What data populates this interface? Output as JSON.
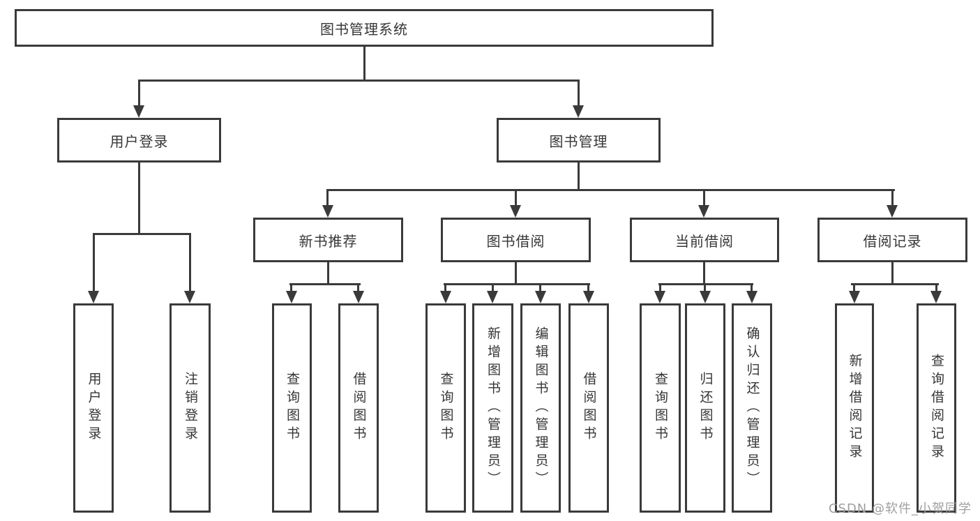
{
  "diagram": {
    "root_label": "图书管理系统",
    "branches": [
      {
        "label": "用户登录",
        "children": [
          {
            "label": "用户登录"
          },
          {
            "label": "注销登录"
          }
        ]
      },
      {
        "label": "图书管理",
        "children": [
          {
            "label": "新书推荐",
            "children": [
              {
                "label": "查询图书"
              },
              {
                "label": "借阅图书"
              }
            ]
          },
          {
            "label": "图书借阅",
            "children": [
              {
                "label": "查询图书"
              },
              {
                "label": "新增图书（管理员）"
              },
              {
                "label": "编辑图书（管理员）"
              },
              {
                "label": "借阅图书"
              }
            ]
          },
          {
            "label": "当前借阅",
            "children": [
              {
                "label": "查询图书"
              },
              {
                "label": "归还图书"
              },
              {
                "label": "确认归还（管理员）"
              }
            ]
          },
          {
            "label": "借阅记录",
            "children": [
              {
                "label": "新增借阅记录"
              },
              {
                "label": "查询借阅记录"
              }
            ]
          }
        ]
      }
    ]
  },
  "watermark": {
    "text": "CSDN @软件_小贺同学"
  },
  "colors": {
    "background": "#ffffff",
    "line": "#3a3a3a",
    "text": "#363636",
    "watermark": "#9f9f9f"
  }
}
